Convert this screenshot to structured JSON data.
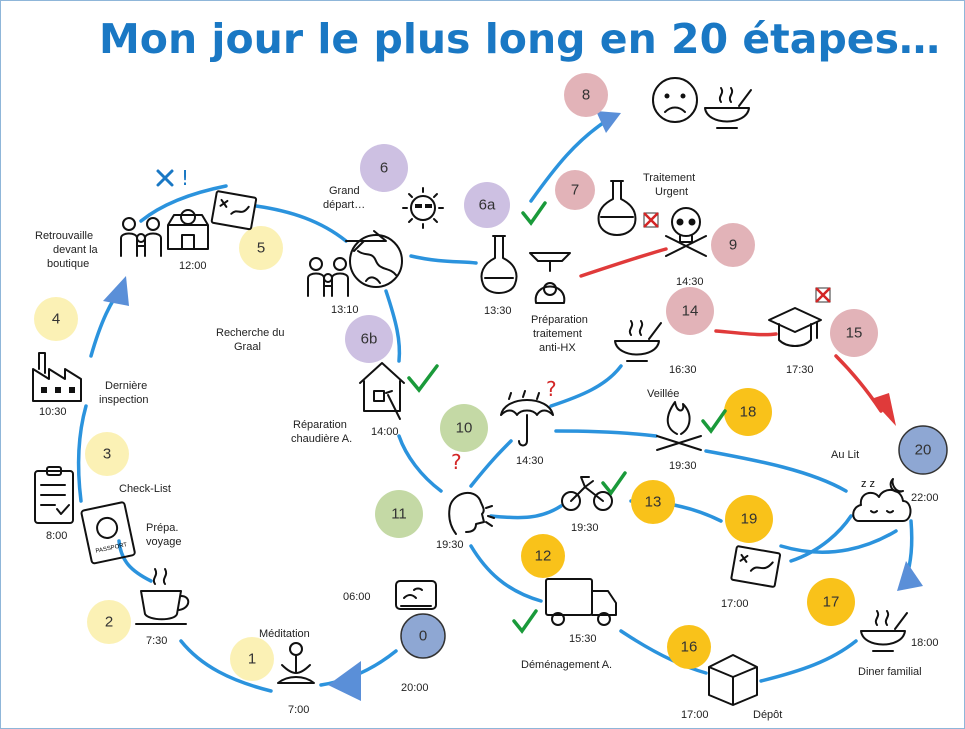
{
  "title": "Mon jour le plus long en 20 étapes…",
  "colors": {
    "path": "#2b93dd",
    "yellow": "#fbf1b5",
    "orange": "#f9c21a",
    "purple": "#cdc0e2",
    "pink": "#e2b3b8",
    "green": "#c4d9a5",
    "blue": "#8ea7d3",
    "check": "#1a9a3a",
    "cross": "#d32626",
    "redline": "#e03a3a"
  },
  "steps": [
    {
      "num": "0",
      "color": "blue"
    },
    {
      "num": "1",
      "color": "yellow"
    },
    {
      "num": "2",
      "color": "yellow"
    },
    {
      "num": "3",
      "color": "yellow"
    },
    {
      "num": "4",
      "color": "yellow"
    },
    {
      "num": "5",
      "color": "yellow"
    },
    {
      "num": "6",
      "color": "purple"
    },
    {
      "num": "6a",
      "color": "purple"
    },
    {
      "num": "6b",
      "color": "purple"
    },
    {
      "num": "7",
      "color": "pink"
    },
    {
      "num": "8",
      "color": "pink"
    },
    {
      "num": "9",
      "color": "pink"
    },
    {
      "num": "10",
      "color": "green"
    },
    {
      "num": "11",
      "color": "green"
    },
    {
      "num": "12",
      "color": "orange"
    },
    {
      "num": "13",
      "color": "orange"
    },
    {
      "num": "14",
      "color": "pink"
    },
    {
      "num": "15",
      "color": "pink"
    },
    {
      "num": "16",
      "color": "orange"
    },
    {
      "num": "17",
      "color": "orange"
    },
    {
      "num": "18",
      "color": "orange"
    },
    {
      "num": "19",
      "color": "orange"
    },
    {
      "num": "20",
      "color": "blue"
    }
  ],
  "labels": {
    "meditation": "Méditation",
    "prepa_voyage": [
      "Prépa.",
      "voyage"
    ],
    "check_list": "Check-List",
    "derniere_inspection": [
      "Dernière",
      "inspection"
    ],
    "retrouvaille": [
      "Retrouvaille",
      "devant la",
      "boutique"
    ],
    "recherche_graal": [
      "Recherche du",
      "Graal"
    ],
    "grand_depart": [
      "Grand",
      "départ…"
    ],
    "reparation": [
      "Réparation",
      "chaudière A."
    ],
    "traitement_urgent": [
      "Traitement",
      "Urgent"
    ],
    "preparation_traitement": [
      "Préparation",
      "traitement",
      "anti-HX"
    ],
    "veillee": "Veillée",
    "au_lit": "Au Lit",
    "demenagement": "Déménagement A.",
    "depot": "Dépôt",
    "diner_familial": "Diner familial"
  },
  "times": {
    "t0600": "06:00",
    "t2000": "20:00",
    "t0700": "7:00",
    "t0730": "7:30",
    "t0800": "8:00",
    "t1030": "10:30",
    "t1200": "12:00",
    "t1310": "13:10",
    "t1330": "13:30",
    "t1400": "14:00",
    "t1430a": "14:30",
    "t1430b": "14:30",
    "t1630": "16:30",
    "t1730": "17:30",
    "t1930a": "19:30",
    "t1930b": "19:30",
    "t1930c": "19:30",
    "t1530": "15:30",
    "t1700a": "17:00",
    "t1700b": "17:00",
    "t1800": "18:00",
    "t2200": "22:00"
  },
  "marks": {
    "question": "?",
    "exclaim": "!",
    "passport": "PASSPORT",
    "sleep": "z z"
  },
  "icons": [
    "clock-pillow-icon",
    "meditation-icon",
    "tea-cup-icon",
    "passport-icon",
    "checklist-icon",
    "factory-icon",
    "family-icon",
    "shop-pin-icon",
    "treasure-map-icon",
    "globe-plane-icon",
    "sun-sunglasses-icon",
    "house-repair-icon",
    "flask-icon",
    "scale-icon",
    "poison-flask-icon",
    "skull-crossbones-icon",
    "sad-face-icon",
    "soup-bowl-icon",
    "umbrella-rain-icon",
    "speaking-head-icon",
    "tricycle-icon",
    "truck-icon",
    "box-icon",
    "campfire-icon",
    "graduation-cap-icon",
    "sleeping-cloud-icon",
    "check-icon",
    "cross-icon"
  ]
}
